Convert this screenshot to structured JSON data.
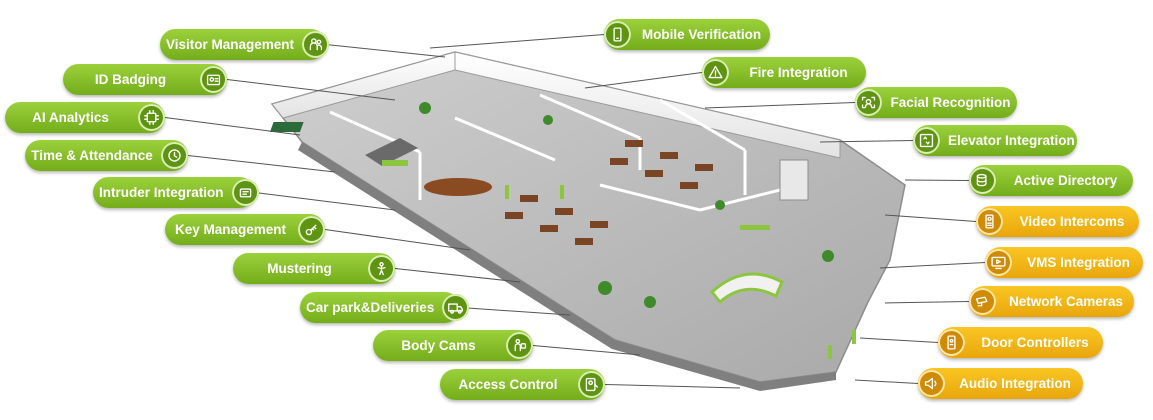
{
  "left_features": [
    {
      "label": "Visitor Management",
      "icon": "visitor-icon",
      "color": "green"
    },
    {
      "label": "ID Badging",
      "icon": "badge-icon",
      "color": "green"
    },
    {
      "label": "AI Analytics",
      "icon": "ai-chip-icon",
      "color": "green"
    },
    {
      "label": "Time & Attendance",
      "icon": "clock-icon",
      "color": "green"
    },
    {
      "label": "Intruder Integration",
      "icon": "alarm-icon",
      "color": "green"
    },
    {
      "label": "Key Management",
      "icon": "key-icon",
      "color": "green"
    },
    {
      "label": "Mustering",
      "icon": "muster-icon",
      "color": "green"
    },
    {
      "label": "Car park&Deliveries",
      "icon": "truck-icon",
      "color": "green"
    },
    {
      "label": "Body Cams",
      "icon": "body-cam-icon",
      "color": "green"
    },
    {
      "label": "Access Control",
      "icon": "access-card-icon",
      "color": "green"
    }
  ],
  "right_features": [
    {
      "label": "Mobile Verification",
      "icon": "mobile-icon",
      "color": "green"
    },
    {
      "label": "Fire Integration",
      "icon": "fire-warning-icon",
      "color": "green"
    },
    {
      "label": "Facial Recognition",
      "icon": "face-scan-icon",
      "color": "green"
    },
    {
      "label": "Elevator Integration",
      "icon": "elevator-icon",
      "color": "green"
    },
    {
      "label": "Active Directory",
      "icon": "directory-icon",
      "color": "green"
    },
    {
      "label": "Video Intercoms",
      "icon": "intercom-icon",
      "color": "yellow"
    },
    {
      "label": "VMS Integration",
      "icon": "vms-icon",
      "color": "yellow"
    },
    {
      "label": "Network Cameras",
      "icon": "camera-icon",
      "color": "yellow"
    },
    {
      "label": "Door Controllers",
      "icon": "door-controller-icon",
      "color": "yellow"
    },
    {
      "label": "Audio Integration",
      "icon": "speaker-icon",
      "color": "yellow"
    }
  ],
  "colors": {
    "green": "#8cc63f",
    "green_dark": "#5e9412",
    "yellow": "#f5b819",
    "yellow_dark": "#cf8a06",
    "floor": "#b8b8b8",
    "leader_line": "#555555"
  }
}
